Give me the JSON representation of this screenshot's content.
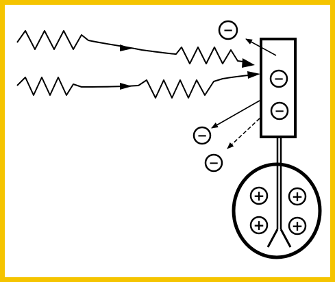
{
  "colors": {
    "frame": "#f5c400",
    "ink": "#000000",
    "background": "#ffffff"
  },
  "symbols": {
    "electron": "−",
    "positive": "+"
  },
  "components": {
    "light_waves": 2,
    "electrons_on_plate": 2,
    "ejected_electrons": 3,
    "positive_charges_in_bulb": 4
  }
}
